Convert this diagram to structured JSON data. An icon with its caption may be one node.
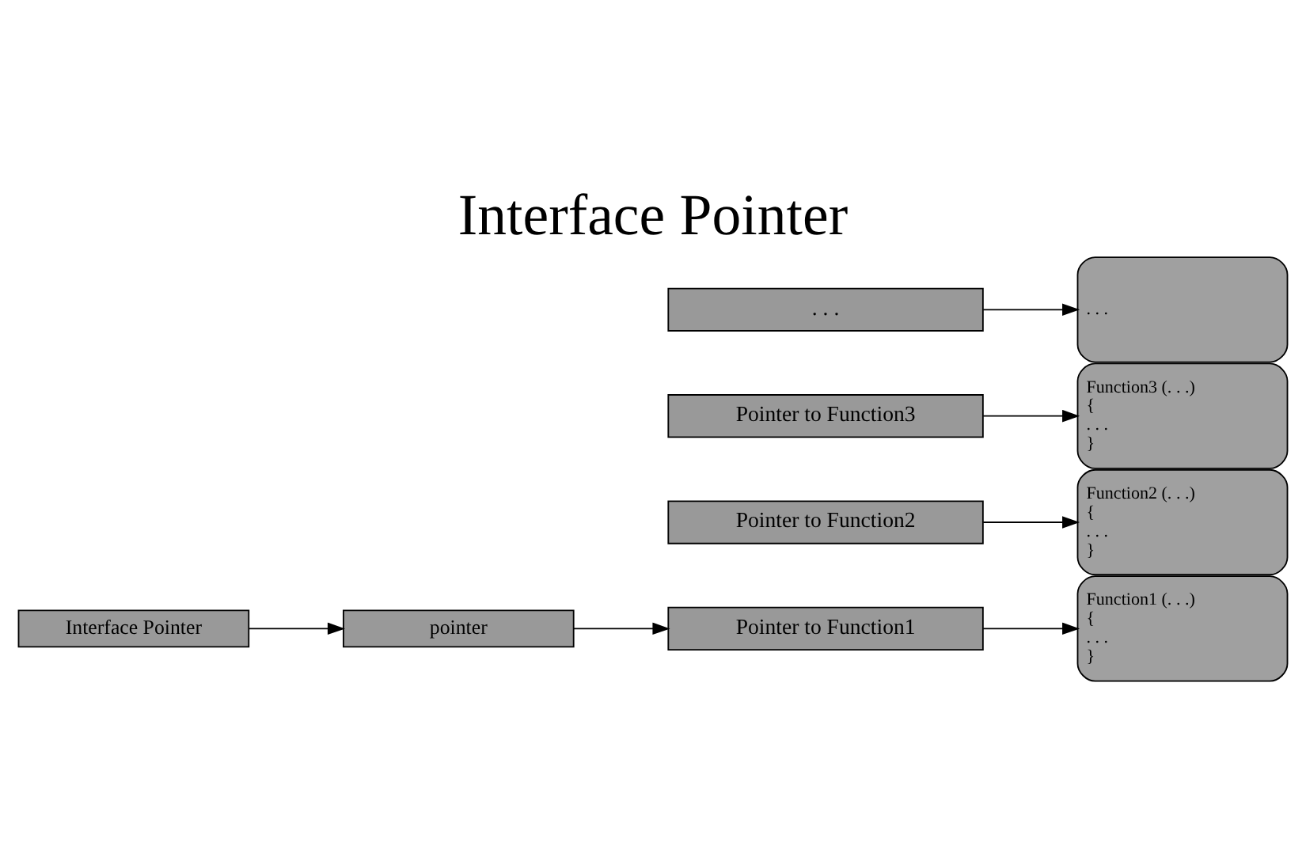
{
  "diagram": {
    "title": "Interface Pointer",
    "nodes": [
      {
        "text": [
          "Interface Pointer"
        ]
      },
      {
        "text": [
          "pointer"
        ]
      },
      {
        "text": [
          "Pointer to Function1"
        ]
      },
      {
        "text": [
          "Pointer to Function2"
        ]
      },
      {
        "text": [
          "Pointer to Function3"
        ]
      },
      {
        "text": [
          ". . ."
        ]
      },
      {
        "text": [
          "Function1 (. . .)",
          "{",
          ". . .",
          "}"
        ]
      },
      {
        "text": [
          "Function2 (. . .)",
          "{",
          ". . .",
          "}"
        ]
      },
      {
        "text": [
          "Function3 (. . .)",
          "{",
          ". . .",
          "}"
        ]
      },
      {
        "text": [
          ". . ."
        ]
      }
    ],
    "edges": [
      {
        "from": 0,
        "to": 1,
        "arrow": "to"
      },
      {
        "from": 1,
        "to": 2,
        "arrow": "to"
      },
      {
        "from": 2,
        "to": 6,
        "arrow": "to"
      },
      {
        "from": 3,
        "to": 7,
        "arrow": "to"
      },
      {
        "from": 4,
        "to": 8,
        "arrow": "to"
      },
      {
        "from": 5,
        "to": 9,
        "arrow": "to"
      }
    ]
  }
}
